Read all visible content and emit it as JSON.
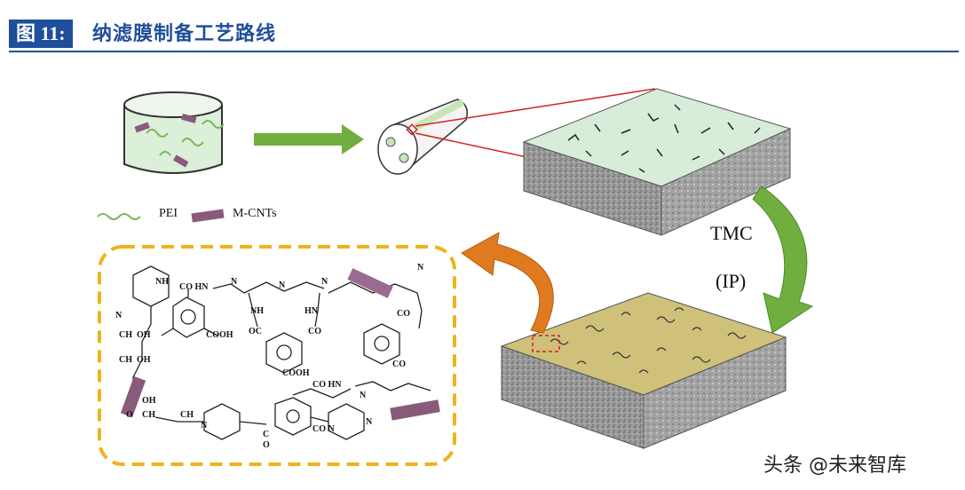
{
  "header": {
    "figure_tag": "图 11:",
    "title": "纳滤膜制备工艺路线"
  },
  "legend": {
    "pei": "PEI",
    "mcnts": "M-CNTs"
  },
  "process": {
    "tmc": "TMC",
    "ip": "(IP)"
  },
  "structure_labels": {
    "nh_top": "NH",
    "co_hn": "CO HN",
    "n1": "N",
    "n2": "N",
    "n3": "N",
    "n_right": "N",
    "nh_mid": "NH",
    "hn_mid": "HN",
    "cooh1": "COOH",
    "cooh2": "COOH",
    "oc_mid": "OC",
    "co_mid": "CO",
    "co_right": "CO",
    "co_right2": "CO",
    "n_left": "N",
    "ch_oh1": "CH",
    "ch_oh2": "CH",
    "oh1": "OH",
    "oh2": "OH",
    "oh3": "OH",
    "ch_oh3": "CH",
    "ch_oh4": "CH",
    "o1": "O",
    "co_hn2": "CO HN",
    "n_mid": "N",
    "n_bl": "N",
    "c_bottom": "C",
    "o_bottom": "O",
    "con_bottom": "CO N",
    "n_bot_right": "N"
  },
  "watermark": "头条 @未来智库",
  "colors": {
    "header_blue": "#1f4e9a",
    "arrow_green": "#6fae3f",
    "arrow_orange": "#e07a1f",
    "dashed_box": "#f0b21c",
    "membrane_green": "#d7ecd9",
    "membrane_yellow": "#cfc07a",
    "support_gray": "#8c8c8c",
    "red_line": "#d62020"
  }
}
